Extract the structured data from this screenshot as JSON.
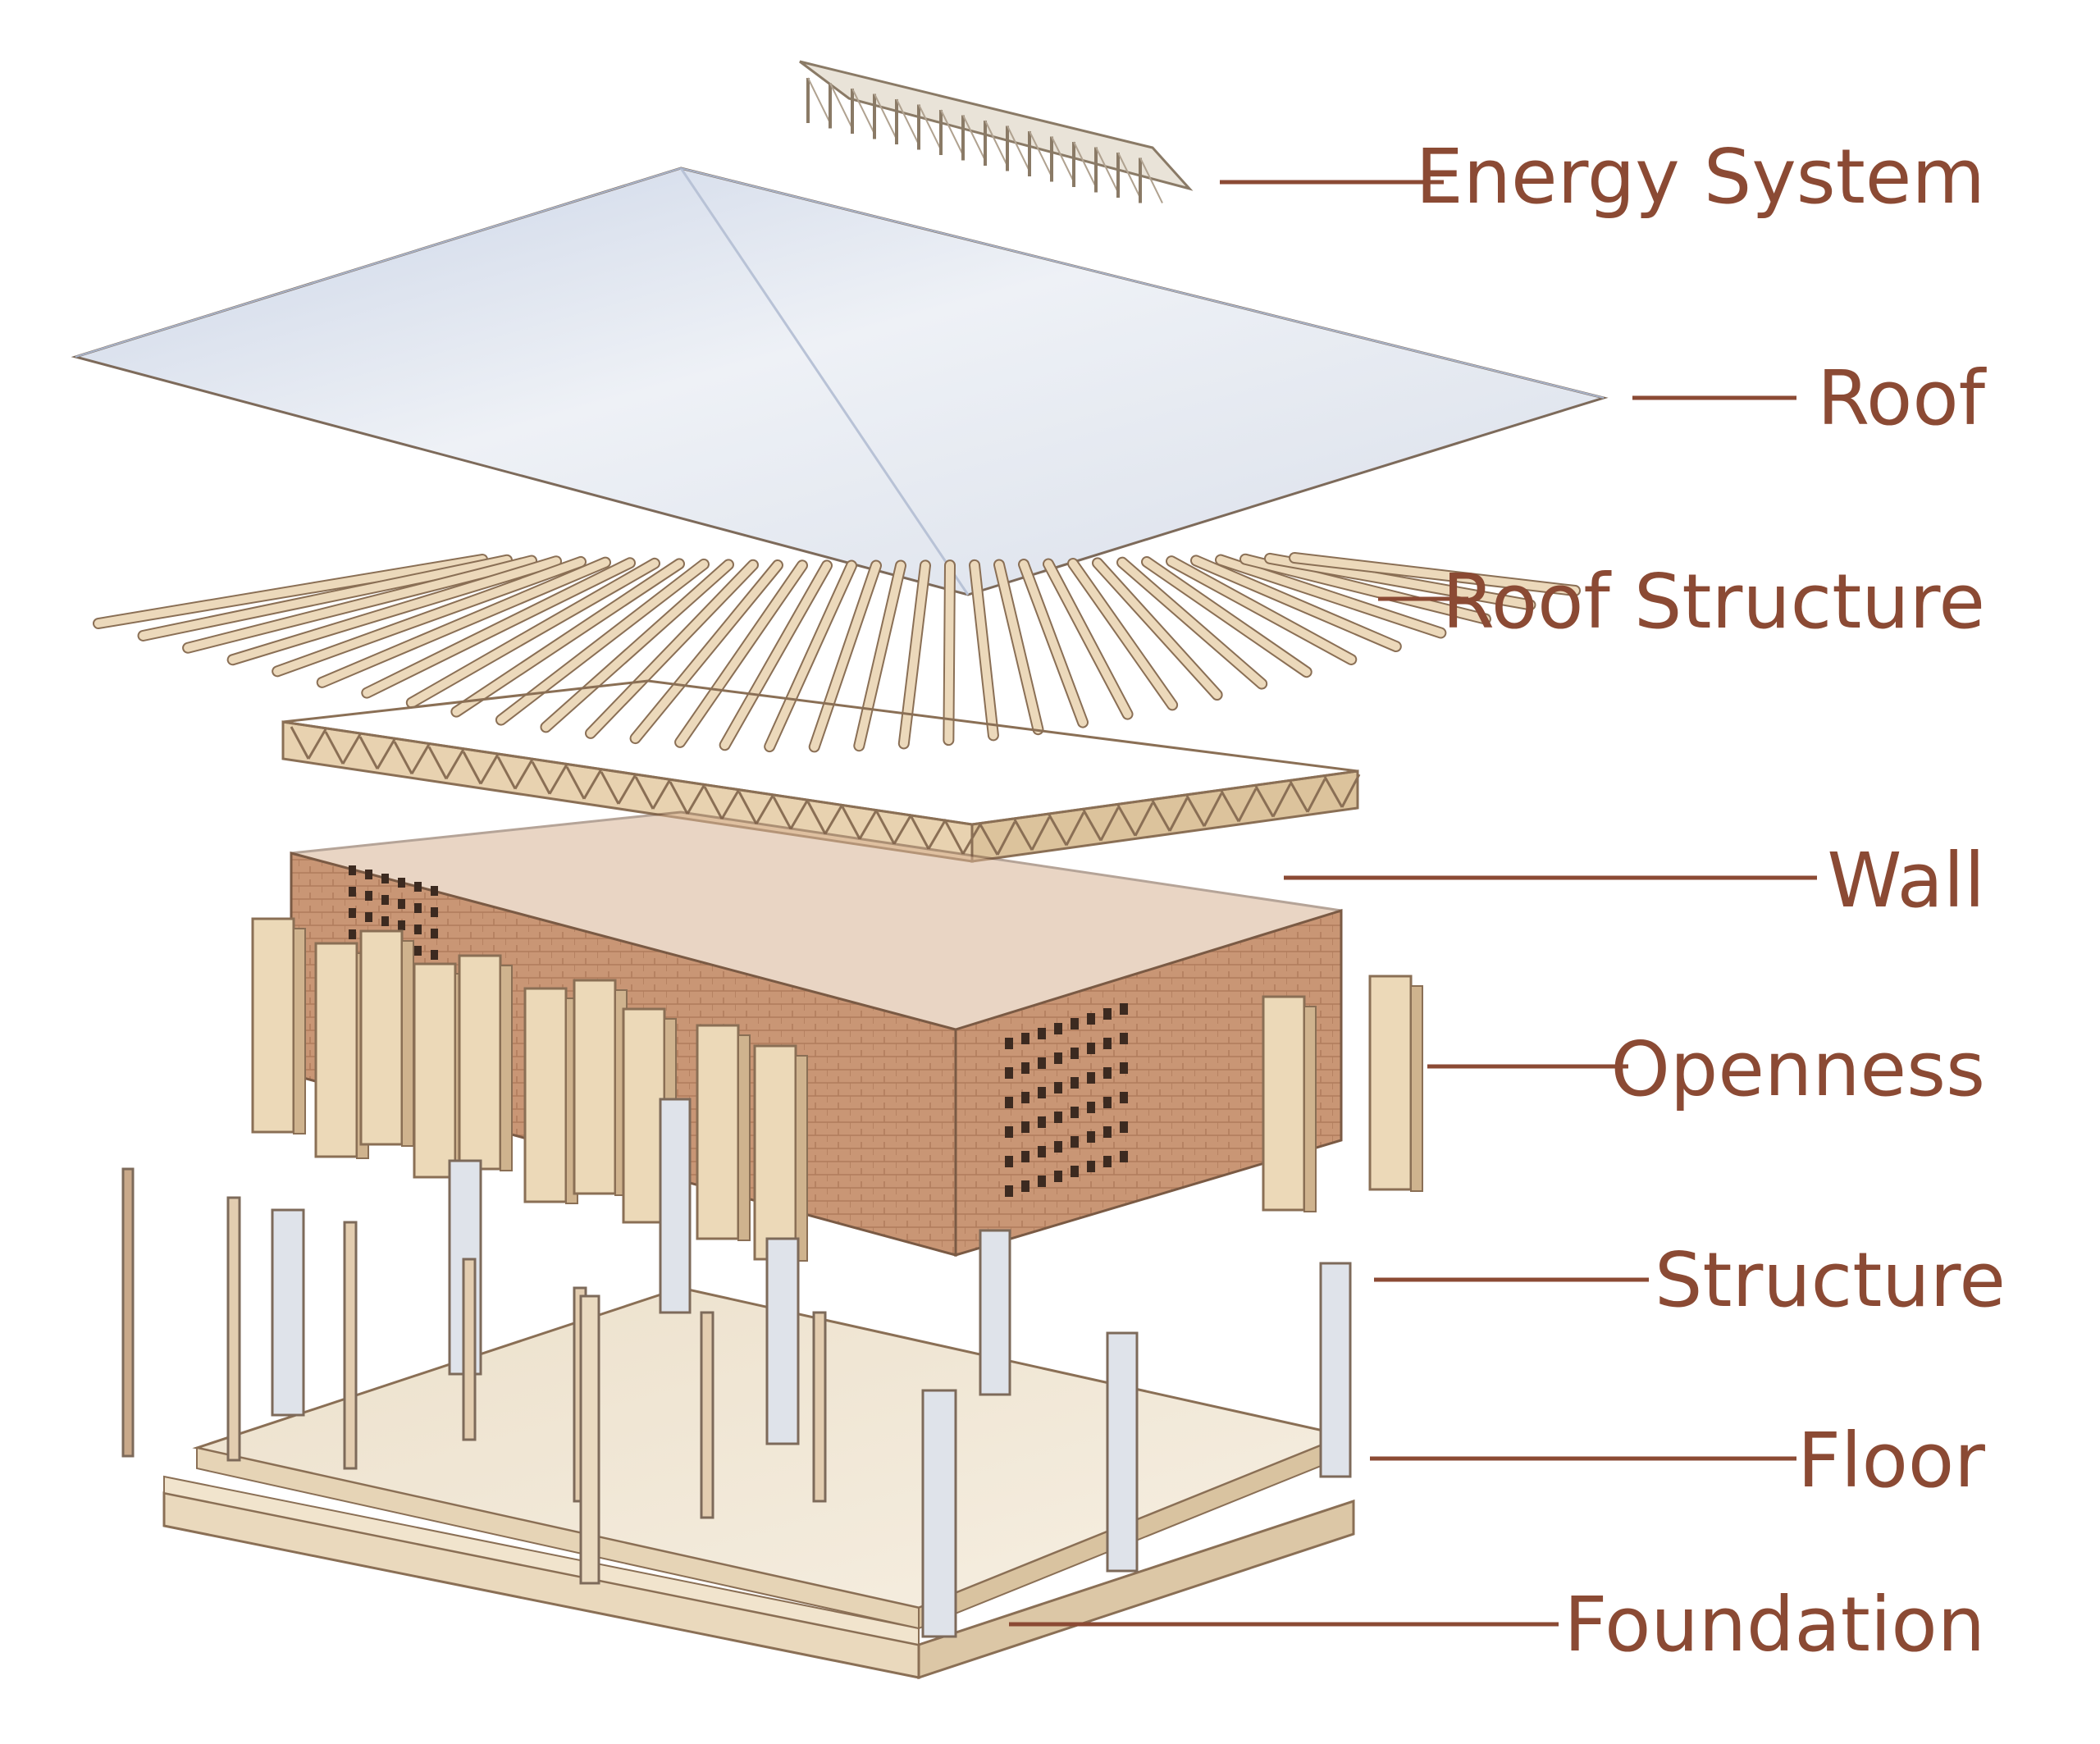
{
  "labels": {
    "energy_system": "Energy System",
    "roof": "Roof",
    "roof_structure": "Roof Structure",
    "wall": "Wall",
    "openness": "Openness",
    "structure": "Structure",
    "floor": "Floor",
    "foundation": "Foundation"
  },
  "colors": {
    "label_text": "#8b4a34",
    "leader_line": "#8b4a34",
    "timber": "#e8d2b0",
    "brick": "#c9906e",
    "roof_sheet": "#d7deea",
    "concrete": "#efe3cf",
    "column": "#dfe3ea"
  }
}
